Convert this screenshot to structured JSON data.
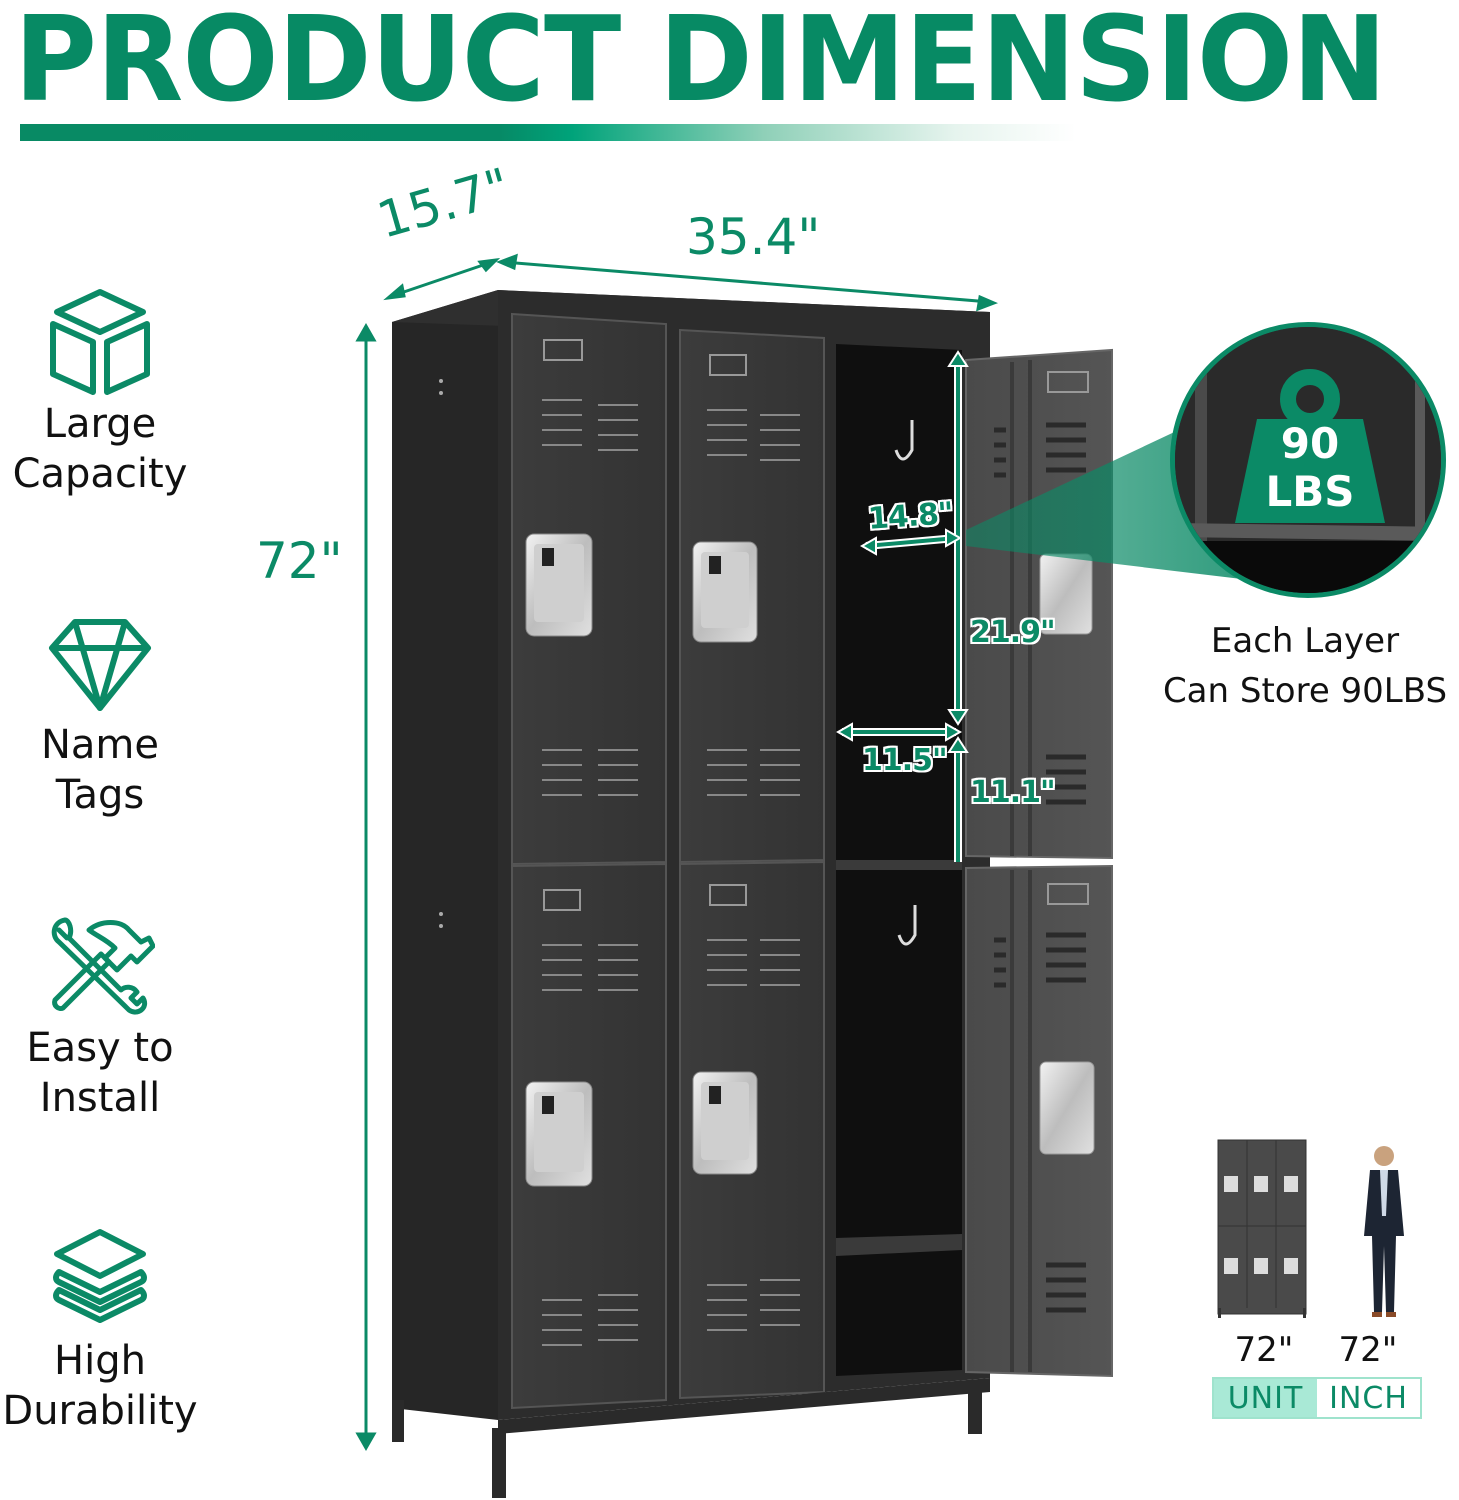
{
  "header": {
    "title": "PRODUCT DIMENSION"
  },
  "features": [
    {
      "icon": "cube-icon",
      "line1": "Large",
      "line2": "Capacity"
    },
    {
      "icon": "diamond-icon",
      "line1": "Name",
      "line2": "Tags"
    },
    {
      "icon": "wrench-hammer-icon",
      "line1": "Easy to",
      "line2": "Install"
    },
    {
      "icon": "layers-icon",
      "line1": "High",
      "line2": "Durability"
    }
  ],
  "dimensions": {
    "depth": "15.7\"",
    "width": "35.4\"",
    "height": "72\"",
    "compartment_depth": "14.8\"",
    "compartment_height": "21.9\"",
    "shelf_depth": "11.5\"",
    "shelf_height": "11.1\""
  },
  "callout": {
    "weight_value": "90",
    "weight_unit": "LBS",
    "caption_line1": "Each Layer",
    "caption_line2": "Can Store 90LBS"
  },
  "comparison": {
    "locker_height": "72\"",
    "person_height": "72\"",
    "unit_label": "UNIT",
    "unit_value": "INCH"
  },
  "colors": {
    "brand_green": "#0b8a66",
    "locker_body": "#3a3a3a",
    "locker_dark": "#1c1c1c",
    "toggle_active": "#a9e9d6"
  }
}
